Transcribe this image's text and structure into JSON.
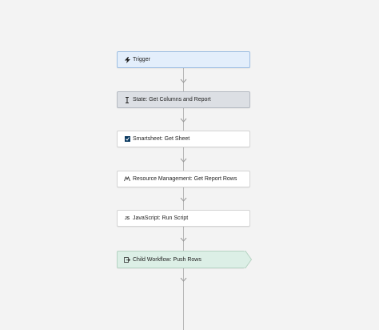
{
  "workflow": {
    "steps": [
      {
        "id": "trigger",
        "label": "Trigger",
        "icon": "lightning-icon"
      },
      {
        "id": "state",
        "label": "State: Get Columns and Report",
        "icon": "state-cursor-icon"
      },
      {
        "id": "smartsheet",
        "label": "Smartsheet: Get Sheet",
        "icon": "smartsheet-icon"
      },
      {
        "id": "resource",
        "label": "Resource Management: Get Report Rows",
        "icon": "resource-management-icon"
      },
      {
        "id": "javascript",
        "label": "JavaScript: Run Script",
        "icon": "javascript-icon"
      },
      {
        "id": "child",
        "label": "Child Workflow: Push Rows",
        "icon": "child-workflow-icon"
      }
    ]
  },
  "colors": {
    "background": "#f3f3f3",
    "trigger_fill": "#e3eefb",
    "state_fill": "#dcdfe4",
    "child_fill": "#dcefe6",
    "connector": "#b8b8b8"
  }
}
